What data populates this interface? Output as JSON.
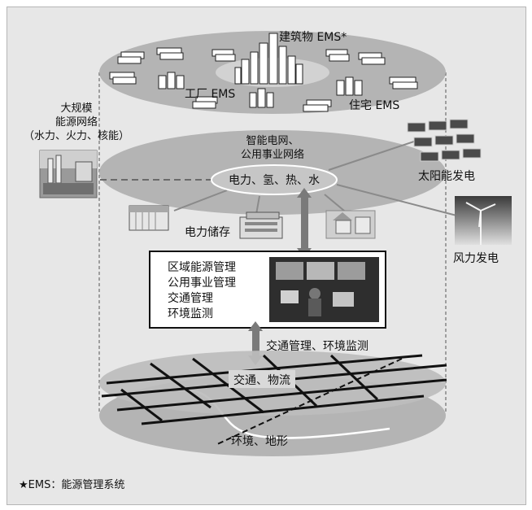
{
  "labels": {
    "building_ems": "建筑物 EMS*",
    "factory_ems": "工厂 EMS",
    "residential_ems": "住宅 EMS",
    "large_scale_line1": "大规模",
    "large_scale_line2": "能源网络",
    "large_scale_line3": "（水力、火力、核能）",
    "smart_grid_line1": "智能电网、",
    "smart_grid_line2": "公用事业网络",
    "utilities_hub": "电力、氢、热、水",
    "solar": "太阳能发电",
    "wind": "风力发电",
    "storage": "电力储存",
    "mgmt": [
      "区域能源管理",
      "公用事业管理",
      "交通管理",
      "环境监测"
    ],
    "traffic_env_monitor": "交通管理、环境监测",
    "traffic_logistics": "交通、物流",
    "environment_terrain": "环境、地形",
    "footnote": "★EMS：能源管理系统"
  },
  "colors": {
    "panel_bg": "#e7e7e7",
    "ellipse_fill": "#b4b4b4",
    "inner_ellipse": "#d2d2d2",
    "arrow": "#7a7a7a",
    "grid_line": "#111111"
  }
}
